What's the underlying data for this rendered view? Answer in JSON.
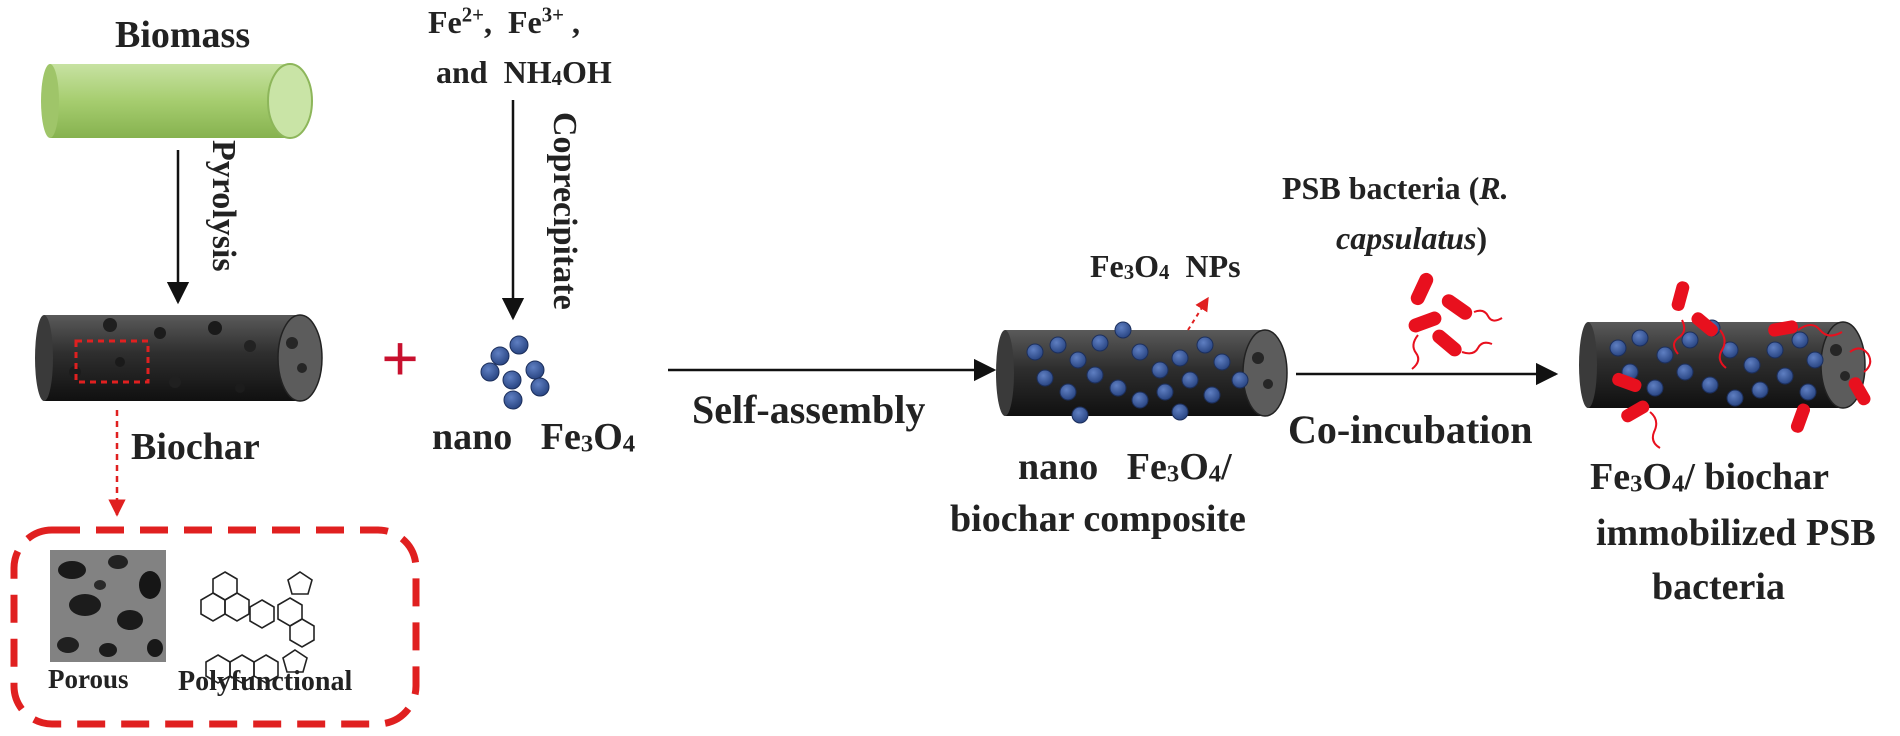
{
  "labels": {
    "biomass": "Biomass",
    "pyrolysis": "Pyrolysis",
    "biochar": "Biochar",
    "porous": "Porous",
    "polyfunctional": "Polyfunctional",
    "reagents_fe2": "Fe",
    "reagents_fe2_sup": "2+",
    "reagents_sep1": ",  ",
    "reagents_fe3": "Fe",
    "reagents_fe3_sup": "3+",
    "reagents_sep2": " ,",
    "reagents_line2": "and  NH",
    "reagents_nh_sub": "4",
    "reagents_oh": "OH",
    "coprecipitate": "Coprecipitate",
    "plus": "+",
    "nano_word": "nano",
    "fe3o4_fe": "Fe",
    "fe3o4_3": "3",
    "fe3o4_o": "O",
    "fe3o4_4": "4",
    "self_assembly": "Self-assembly",
    "nps_suffix": "  NPs",
    "composite_line1_a": "nano",
    "composite_line1_b": "/",
    "composite_line2": "biochar composite",
    "psb_line1": "PSB bacteria (",
    "psb_r": "R.",
    "psb_capsulatus": "capsulatus",
    "psb_close": ")",
    "co_incubation": "Co-incubation",
    "final_line1_b": "/ biochar",
    "final_line2": "immobilized PSB",
    "final_line3": "bacteria"
  },
  "colors": {
    "biomass_green": "#a9cf76",
    "biochar_dark": "#2d2d2d",
    "nanoparticle_blue": "#2f4e8f",
    "bacteria_red": "#e8101e",
    "dash_red": "#e02020",
    "arrow": "#111111"
  }
}
